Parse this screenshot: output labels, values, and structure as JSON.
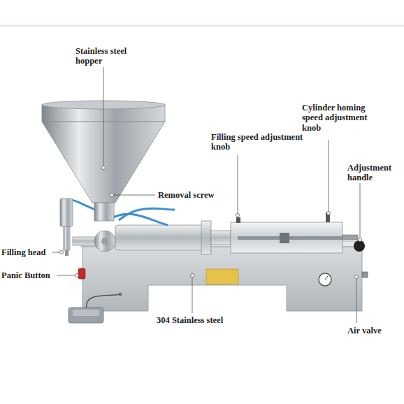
{
  "diagram": {
    "labels": [
      "Stainless steel hopper",
      "Cylinder homing speed adjustment knob",
      "Filling speed adjustment knob",
      "Adjustment handle",
      "Removal screw",
      "Filling head",
      "Panic Button",
      "304 Stainless steel",
      "Air valve"
    ]
  }
}
